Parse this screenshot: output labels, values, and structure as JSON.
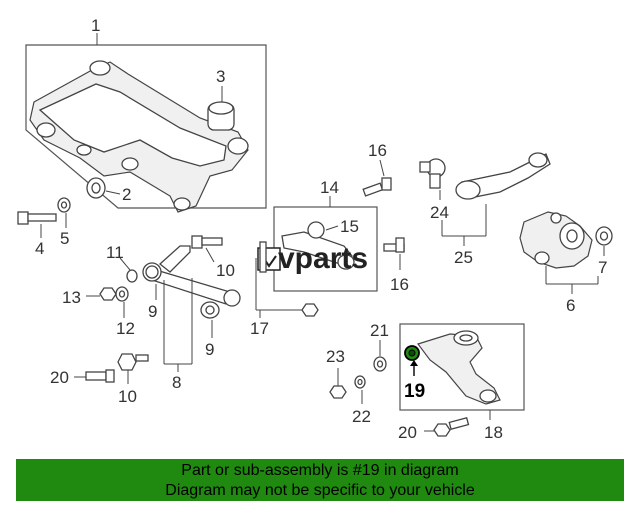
{
  "diagram": {
    "callouts": {
      "c1": "1",
      "c2": "2",
      "c3": "3",
      "c4": "4",
      "c5": "5",
      "c6": "6",
      "c7": "7",
      "c8": "8",
      "c9a": "9",
      "c9b": "9",
      "c10a": "10",
      "c10b": "10",
      "c11": "11",
      "c12": "12",
      "c13": "13",
      "c14": "14",
      "c15": "15",
      "c16a": "16",
      "c16b": "16",
      "c17": "17",
      "c18": "18",
      "c19": "19",
      "c20a": "20",
      "c20b": "20",
      "c21": "21",
      "c22": "22",
      "c23": "23",
      "c24": "24",
      "c25": "25"
    },
    "highlight_color": "#1f8a0f"
  },
  "watermark": {
    "logo_text": "vparts",
    "logo_icon": "steering-wheel-icon"
  },
  "banner": {
    "line1": "Part or sub-assembly is #19 in diagram",
    "line2": "Diagram may not be specific to your vehicle",
    "background": "#1f8a0f"
  }
}
